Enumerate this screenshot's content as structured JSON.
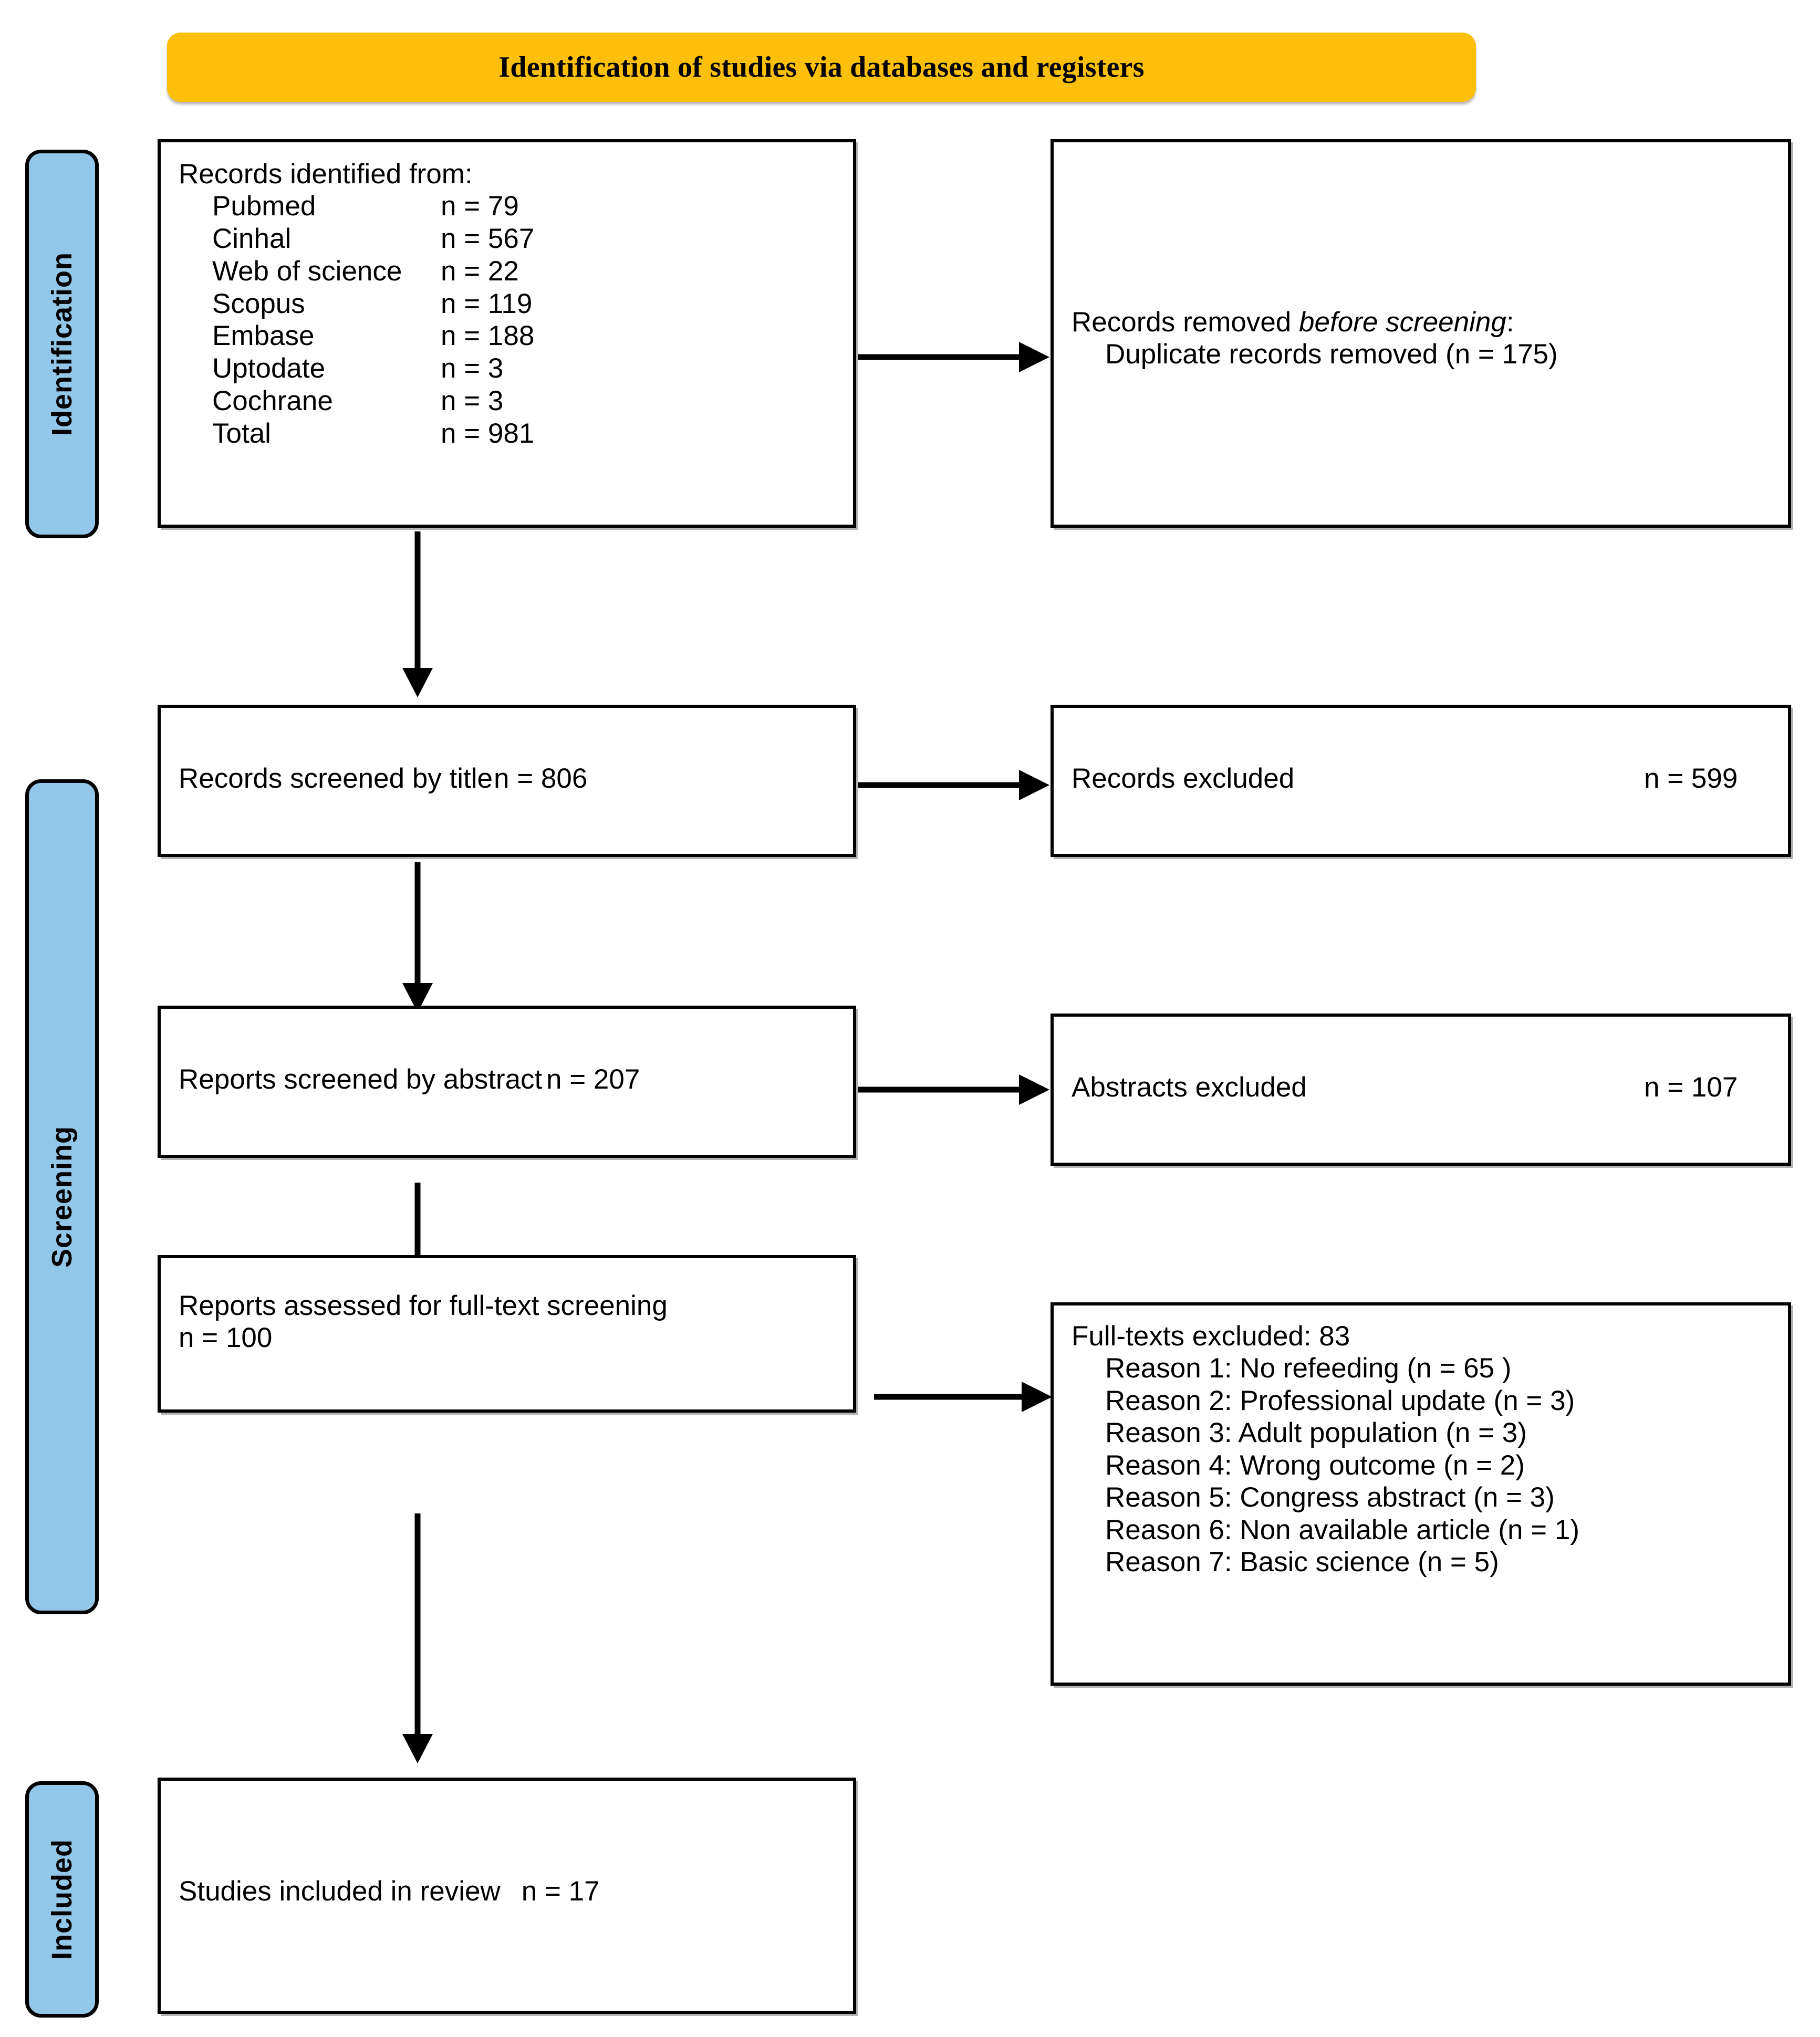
{
  "banner": {
    "title": "Identification of studies via databases and registers"
  },
  "phases": [
    {
      "id": "identification",
      "label": "Identification"
    },
    {
      "id": "screening",
      "label": "Screening"
    },
    {
      "id": "included",
      "label": "Included"
    }
  ],
  "identification": {
    "records_identified": {
      "heading": "Records identified from:",
      "sources": [
        {
          "name": "Pubmed",
          "n": "n = 79"
        },
        {
          "name": "Cinhal",
          "n": "n = 567"
        },
        {
          "name": "Web of science",
          "n": "n = 22"
        },
        {
          "name": "Scopus",
          "n": "n = 119"
        },
        {
          "name": "Embase",
          "n": "n = 188"
        },
        {
          "name": "Uptodate",
          "n": "n = 3"
        },
        {
          "name": "Cochrane",
          "n": "n = 3"
        },
        {
          "name": "Total",
          "n": "n = 981"
        }
      ]
    },
    "records_removed": {
      "heading_pre": "Records removed ",
      "heading_italic": "before screening",
      "heading_post": ":",
      "detail": "Duplicate records removed (n = 175)"
    }
  },
  "screening": {
    "title_screened": {
      "label": "Records screened by title",
      "count": "n = 806"
    },
    "records_excluded": {
      "label": "Records excluded",
      "count": "n = 599"
    },
    "abstract_screened": {
      "label": "Reports screened by abstract",
      "count": "n = 207"
    },
    "abstracts_excluded": {
      "label": "Abstracts excluded",
      "count": "n = 107"
    },
    "fulltext_assessed": {
      "line1": "Reports assessed for full-text screening",
      "line2": "n = 100"
    },
    "fulltext_excluded": {
      "heading": "Full-texts excluded: 83",
      "reasons": [
        "Reason 1: No refeeding (n = 65 )",
        "Reason 2: Professional update (n = 3)",
        "Reason 3: Adult population (n = 3)",
        "Reason 4: Wrong outcome (n = 2)",
        "Reason 5: Congress abstract (n = 3)",
        "Reason 6: Non available article (n = 1)",
        "Reason 7: Basic science (n = 5)"
      ]
    }
  },
  "included": {
    "studies_included": {
      "label": "Studies included in review",
      "count": "n = 17"
    }
  },
  "colors": {
    "banner_orange": "#FCC00B",
    "phase_blue": "#92C7E9",
    "box_border": "#000000",
    "text": "#000000"
  }
}
